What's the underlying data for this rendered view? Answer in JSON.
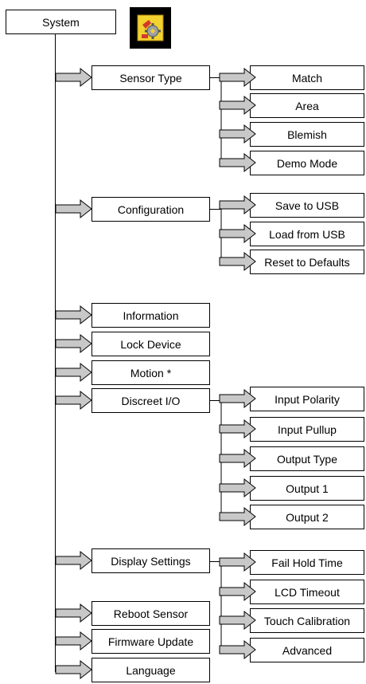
{
  "root": {
    "label": "System",
    "icon": "settings-gear-icon"
  },
  "level1": [
    {
      "label": "Sensor Type",
      "children": [
        "Match",
        "Area",
        "Blemish",
        "Demo Mode"
      ]
    },
    {
      "label": "Configuration",
      "children": [
        "Save to USB",
        "Load from USB",
        "Reset to Defaults"
      ]
    },
    {
      "label": "Information",
      "children": []
    },
    {
      "label": "Lock Device",
      "children": []
    },
    {
      "label": "Motion *",
      "children": []
    },
    {
      "label": "Discreet I/O",
      "children": [
        "Input Polarity",
        "Input Pullup",
        "Output Type",
        "Output 1",
        "Output 2"
      ]
    },
    {
      "label": "Display Settings",
      "children": [
        "Fail Hold Time",
        "LCD Timeout",
        "Touch Calibration",
        "Advanced"
      ]
    },
    {
      "label": "Reboot Sensor",
      "children": []
    },
    {
      "label": "Firmware Update",
      "children": []
    },
    {
      "label": "Language",
      "children": []
    }
  ],
  "colors": {
    "arrow_fill": "#c8c8c8",
    "icon_bg": "#000000",
    "icon_yellow": "#f2d22e"
  }
}
